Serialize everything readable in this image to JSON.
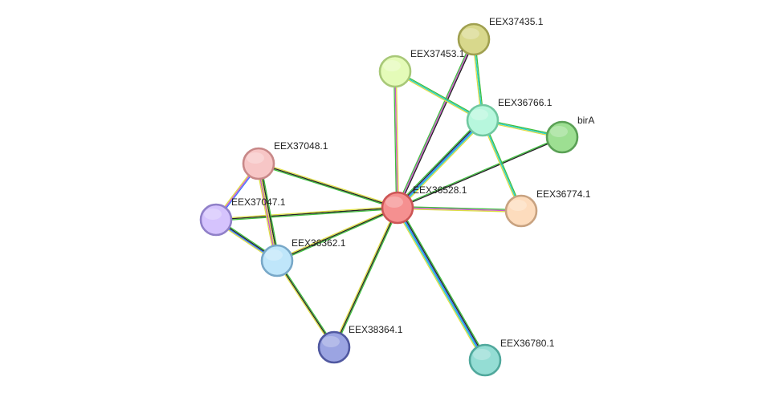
{
  "network": {
    "center_node": "EEX36528.1",
    "nodes": [
      {
        "id": "EEX36528.1",
        "label": "EEX36528.1",
        "fill": "#f59090",
        "stroke": "#cc5555"
      },
      {
        "id": "EEX37435.1",
        "label": "EEX37435.1",
        "fill": "#d8d88c",
        "stroke": "#a0a050"
      },
      {
        "id": "EEX37453.1",
        "label": "EEX37453.1",
        "fill": "#e4fbb8",
        "stroke": "#a8c878"
      },
      {
        "id": "EEX36766.1",
        "label": "EEX36766.1",
        "fill": "#b7f7dd",
        "stroke": "#70c8a0"
      },
      {
        "id": "birA",
        "label": "birA",
        "fill": "#9ddf92",
        "stroke": "#5aa055"
      },
      {
        "id": "EEX36774.1",
        "label": "EEX36774.1",
        "fill": "#fddcbd",
        "stroke": "#c8a280"
      },
      {
        "id": "EEX37048.1",
        "label": "EEX37048.1",
        "fill": "#f7c6c6",
        "stroke": "#c88888"
      },
      {
        "id": "EEX37047.1",
        "label": "EEX37047.1",
        "fill": "#d5c3fd",
        "stroke": "#9080c8"
      },
      {
        "id": "EEX36362.1",
        "label": "EEX36362.1",
        "fill": "#bfe6fa",
        "stroke": "#78a8c8"
      },
      {
        "id": "EEX38364.1",
        "label": "EEX38364.1",
        "fill": "#9ba4e2",
        "stroke": "#5058a0"
      },
      {
        "id": "EEX36780.1",
        "label": "EEX36780.1",
        "fill": "#94ddd4",
        "stroke": "#50a89c"
      }
    ],
    "edges": [
      {
        "source": "EEX36528.1",
        "target": "EEX37435.1",
        "colors": [
          "#3fbf3f",
          "#cc55cc",
          "#222222"
        ]
      },
      {
        "source": "EEX36528.1",
        "target": "EEX37453.1",
        "colors": [
          "#3fbf3f",
          "#cc55cc",
          "#dddd44"
        ]
      },
      {
        "source": "EEX36528.1",
        "target": "EEX36766.1",
        "colors": [
          "#3fbf3f",
          "#222222",
          "#3377ff",
          "#22cccc",
          "#dddd44"
        ]
      },
      {
        "source": "EEX36528.1",
        "target": "birA",
        "colors": [
          "#3fbf3f",
          "#222222"
        ]
      },
      {
        "source": "EEX36528.1",
        "target": "EEX36774.1",
        "colors": [
          "#3fbf3f",
          "#cc55cc",
          "#dddd44"
        ]
      },
      {
        "source": "EEX36528.1",
        "target": "EEX37048.1",
        "colors": [
          "#3fbf3f",
          "#222222",
          "#dddd44"
        ]
      },
      {
        "source": "EEX36528.1",
        "target": "EEX37047.1",
        "colors": [
          "#3fbf3f",
          "#222222",
          "#dddd44"
        ]
      },
      {
        "source": "EEX36528.1",
        "target": "EEX36362.1",
        "colors": [
          "#3fbf3f",
          "#222222",
          "#dddd44"
        ]
      },
      {
        "source": "EEX36528.1",
        "target": "EEX38364.1",
        "colors": [
          "#3fbf3f",
          "#222222",
          "#dddd44"
        ]
      },
      {
        "source": "EEX36528.1",
        "target": "EEX36780.1",
        "colors": [
          "#3fbf3f",
          "#222222",
          "#3377ff",
          "#22cccc",
          "#dddd44"
        ]
      },
      {
        "source": "EEX37435.1",
        "target": "EEX36766.1",
        "colors": [
          "#3fbf3f",
          "#22cccc",
          "#dddd44"
        ]
      },
      {
        "source": "EEX37453.1",
        "target": "EEX36766.1",
        "colors": [
          "#3fbf3f",
          "#22cccc",
          "#dddd44"
        ]
      },
      {
        "source": "EEX36766.1",
        "target": "birA",
        "colors": [
          "#3fbf3f",
          "#22cccc",
          "#dddd44"
        ]
      },
      {
        "source": "EEX36766.1",
        "target": "EEX36774.1",
        "colors": [
          "#3fbf3f",
          "#22cccc",
          "#dddd44"
        ]
      },
      {
        "source": "EEX37048.1",
        "target": "EEX37047.1",
        "colors": [
          "#3377ff",
          "#cc55cc",
          "#dddd44"
        ]
      },
      {
        "source": "EEX37048.1",
        "target": "EEX36362.1",
        "colors": [
          "#3fbf3f",
          "#222222",
          "#3377ff",
          "#cc55cc",
          "#dddd44"
        ]
      },
      {
        "source": "EEX37047.1",
        "target": "EEX36362.1",
        "colors": [
          "#3fbf3f",
          "#222222",
          "#3377ff",
          "#dddd44"
        ]
      },
      {
        "source": "EEX36362.1",
        "target": "EEX38364.1",
        "colors": [
          "#3fbf3f",
          "#222222",
          "#dddd44"
        ]
      },
      {
        "source": "EEX37048.1",
        "target": "EEX36362.1",
        "colors": [
          "#dddd44"
        ]
      }
    ]
  }
}
